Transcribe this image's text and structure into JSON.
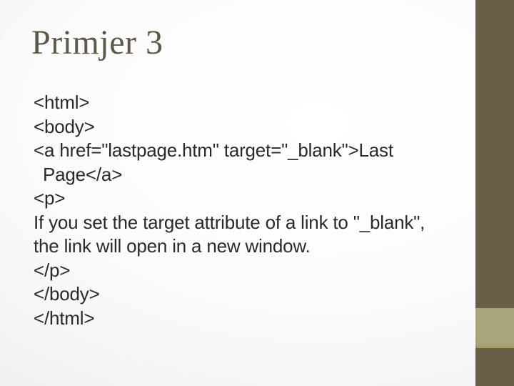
{
  "slide": {
    "title": "Primjer 3",
    "code_lines": [
      {
        "text": "<html>",
        "indent": false
      },
      {
        "text": "<body>",
        "indent": false
      },
      {
        "text": "<a href=\"lastpage.htm\" target=\"_blank\">Last",
        "indent": false
      },
      {
        "text": "Page</a>",
        "indent": true
      },
      {
        "text": "<p>",
        "indent": false
      },
      {
        "text": "If you set the target attribute of a link to \"_blank\",",
        "indent": false
      },
      {
        "text": "the link will open in a new window.",
        "indent": false
      },
      {
        "text": "</p>",
        "indent": false
      },
      {
        "text": "</body>",
        "indent": false
      },
      {
        "text": "</html>",
        "indent": false
      }
    ],
    "colors": {
      "sidebar_dark": "#675f46",
      "sidebar_accent": "#a9a57b",
      "title_color": "#5e5846",
      "body_color": "#2b2a26",
      "background_corner": "#e7e7e7"
    }
  }
}
